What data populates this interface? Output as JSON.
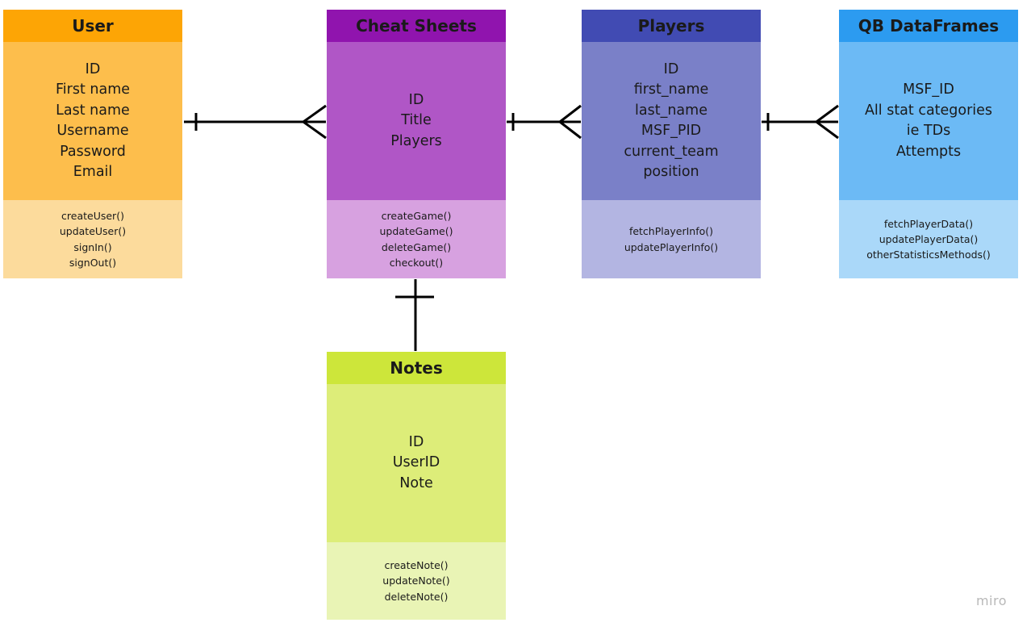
{
  "entities": {
    "user": {
      "title": "User",
      "attributes": [
        "ID",
        "First name",
        "Last name",
        "Username",
        "Password",
        "Email"
      ],
      "methods": [
        "createUser()",
        "updateUser()",
        "signIn()",
        "signOut()"
      ],
      "colors": {
        "header": "#fda505",
        "body": "#fdbe4c",
        "methods": "#fcdb9c"
      }
    },
    "cheat_sheets": {
      "title": "Cheat Sheets",
      "attributes": [
        "ID",
        "Title",
        "Players"
      ],
      "methods": [
        "createGame()",
        "updateGame()",
        "deleteGame()",
        "checkout()"
      ],
      "colors": {
        "header": "#9014ae",
        "body": "#b056c6",
        "methods": "#d7a1e0"
      }
    },
    "players": {
      "title": "Players",
      "attributes": [
        "ID",
        "first_name",
        "last_name",
        "MSF_PID",
        "current_team",
        "position"
      ],
      "methods": [
        "fetchPlayerInfo()",
        "updatePlayerInfo()"
      ],
      "colors": {
        "header": "#414bb3",
        "body": "#7a80c8",
        "methods": "#b3b5e2"
      }
    },
    "qb_dataframes": {
      "title": "QB DataFrames",
      "attributes": [
        "MSF_ID",
        "All stat categories",
        "ie TDs",
        "Attempts"
      ],
      "methods": [
        "fetchPlayerData()",
        "updatePlayerData()",
        "otherStatisticsMethods()"
      ],
      "colors": {
        "header": "#2c9bf0",
        "body": "#6cbaf5",
        "methods": "#aad8f9"
      }
    },
    "notes": {
      "title": "Notes",
      "attributes": [
        "ID",
        "UserID",
        "Note"
      ],
      "methods": [
        "createNote()",
        "updateNote()",
        "deleteNote()"
      ],
      "colors": {
        "header": "#cde63a",
        "body": "#dded79",
        "methods": "#e9f4b5"
      }
    }
  },
  "relationships": [
    {
      "from": "user",
      "from_cardinality": "one",
      "to": "cheat_sheets",
      "to_cardinality": "many"
    },
    {
      "from": "cheat_sheets",
      "from_cardinality": "one",
      "to": "players",
      "to_cardinality": "many"
    },
    {
      "from": "players",
      "from_cardinality": "one",
      "to": "qb_dataframes",
      "to_cardinality": "many"
    },
    {
      "from": "cheat_sheets",
      "from_cardinality": "one",
      "to": "notes",
      "to_cardinality": "one"
    }
  ],
  "watermark": "miro",
  "line_color": "#000000"
}
